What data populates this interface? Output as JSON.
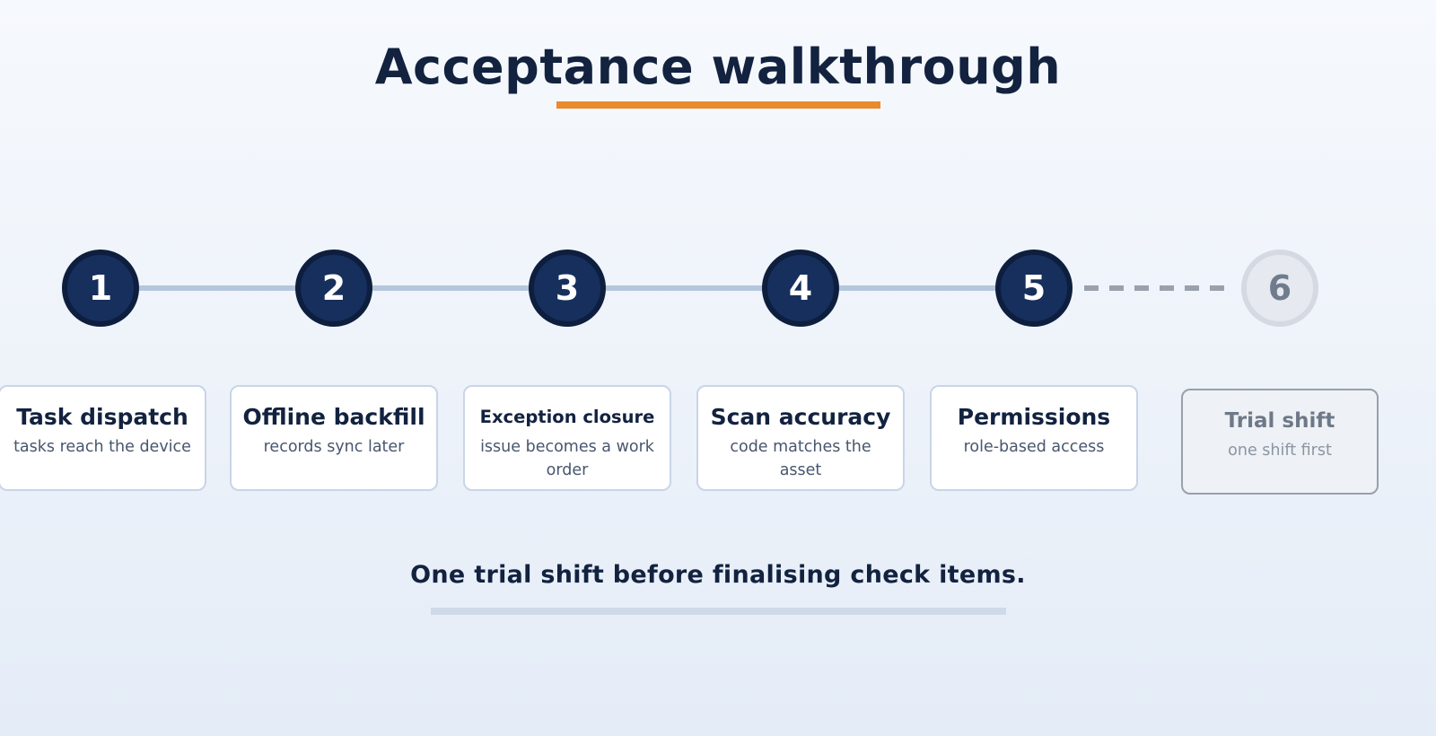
{
  "title": "Acceptance walkthrough",
  "colors": {
    "accent": "#e98a2e",
    "active_step": "#172f5c",
    "pending_step": "#e6eaf0",
    "connector": "#b4c6dc",
    "pending_connector": "#9aa1ad"
  },
  "steps": [
    {
      "number": "1",
      "title": "Task dispatch",
      "description": "tasks reach the device",
      "status": "active"
    },
    {
      "number": "2",
      "title": "Offline backfill",
      "description": "records sync later",
      "status": "active"
    },
    {
      "number": "3",
      "title": "Exception closure",
      "description": "issue becomes a work order",
      "status": "active"
    },
    {
      "number": "4",
      "title": "Scan accuracy",
      "description": "code matches the asset",
      "status": "active"
    },
    {
      "number": "5",
      "title": "Permissions",
      "description": "role-based access",
      "status": "active"
    },
    {
      "number": "6",
      "title": "Trial shift",
      "description": "one shift first",
      "status": "pending"
    }
  ],
  "footer_note": "One trial shift before finalising check items."
}
